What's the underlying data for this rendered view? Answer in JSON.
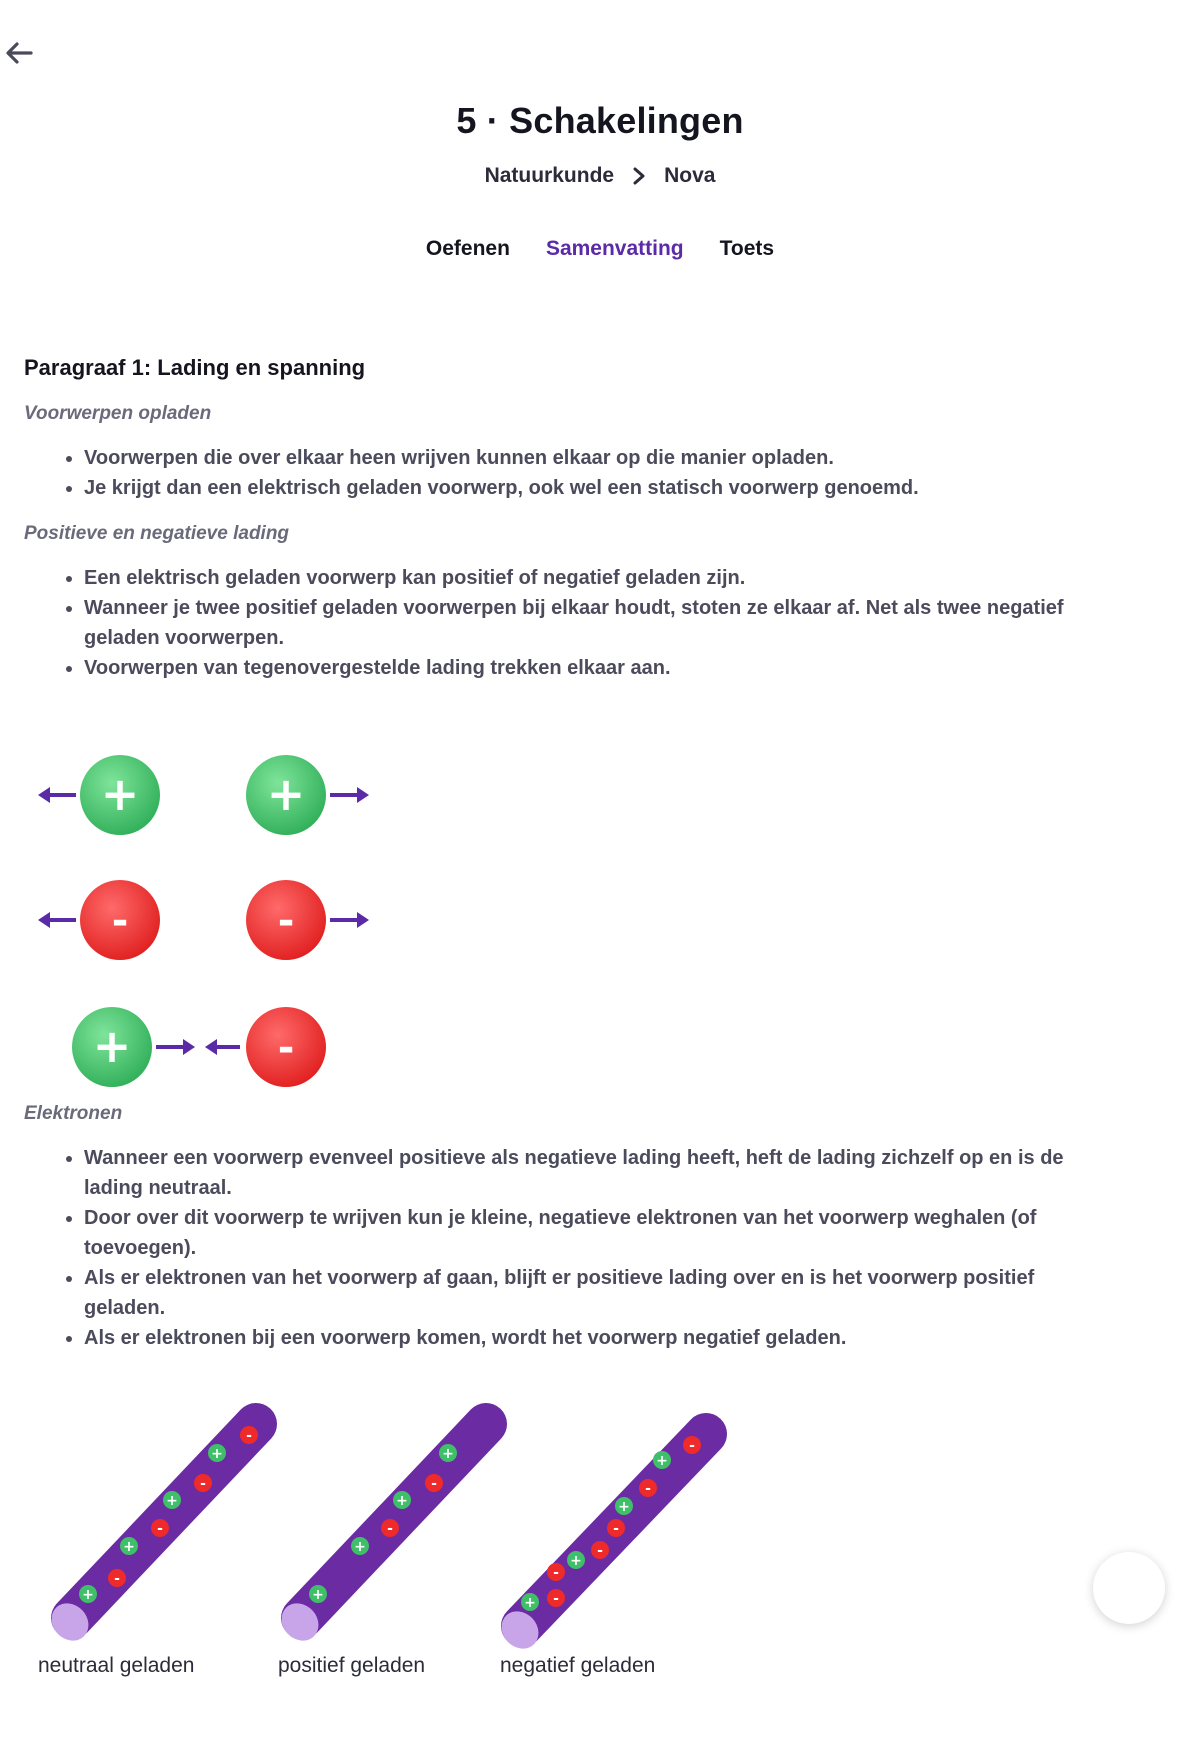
{
  "header": {
    "back_icon": "arrow-left-icon",
    "title": "5 · Schakelingen",
    "breadcrumb": {
      "subject": "Natuurkunde",
      "method": "Nova",
      "separator_icon": "chevron-right-icon"
    }
  },
  "tabs": [
    {
      "label": "Oefenen",
      "active": false
    },
    {
      "label": "Samenvatting",
      "active": true
    },
    {
      "label": "Toets",
      "active": false
    }
  ],
  "content": {
    "heading": "Paragraaf 1: Lading en spanning",
    "sections": [
      {
        "subheading": "Voorwerpen opladen",
        "bullets": [
          "Voorwerpen die over elkaar heen wrijven kunnen elkaar op die manier opladen.",
          "Je krijgt dan een elektrisch geladen voorwerp, ook wel een statisch voorwerp genoemd."
        ]
      },
      {
        "subheading": "Positieve en negatieve lading",
        "bullets": [
          "Een elektrisch geladen voorwerp kan positief of negatief geladen zijn.",
          "Wanneer je twee positief geladen voorwerpen bij elkaar houdt, stoten ze elkaar af. Net als twee negatief geladen voorwerpen.",
          "Voorwerpen van tegenovergestelde lading trekken elkaar aan."
        ]
      },
      {
        "subheading": "Elektronen",
        "bullets": [
          "Wanneer een voorwerp evenveel positieve als negatieve lading heeft, heft de lading zichzelf op en is de lading neutraal.",
          "Door over dit voorwerp te wrijven kun je kleine, negatieve elektronen van het voorwerp weghalen (of toevoegen).",
          "Als er elektronen van het voorwerp af gaan, blijft er positieve lading over en is het voorwerp positief geladen.",
          "Als er elektronen bij een voorwerp komen, wordt het voorwerp negatief geladen."
        ]
      }
    ],
    "charge_diagram": {
      "plus_symbol": "+",
      "minus_symbol": "-"
    },
    "rod_diagram": {
      "labels": [
        "neutraal geladen",
        "positief geladen",
        "negatief geladen"
      ]
    }
  },
  "colors": {
    "accent": "#5b2aa6",
    "positive": "#3fbf68",
    "negative": "#ee2a2a",
    "rod": "#6a2ba3",
    "rod_end": "#c8a4e8",
    "arrow": "#5b2aa6"
  }
}
